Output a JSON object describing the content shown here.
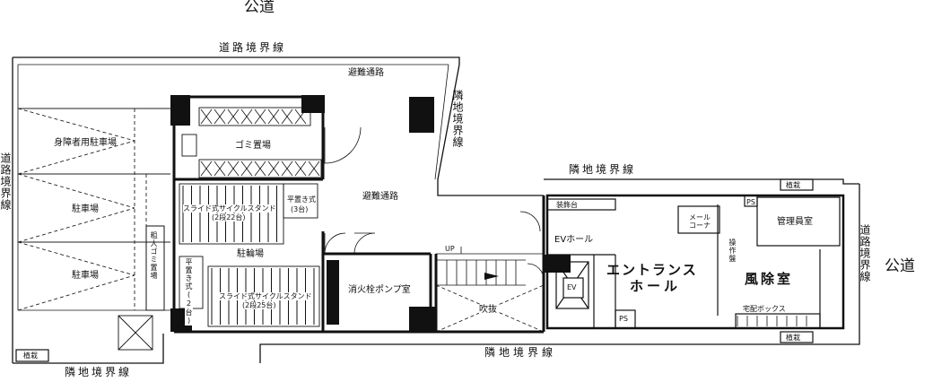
{
  "labels": {
    "public_road_top": "公道",
    "public_road_right": "公道",
    "road_boundary_top": "道路境界線",
    "road_boundary_left": "道路境界線",
    "road_boundary_right": "道路境界線",
    "adj_boundary_bottom_left": "隣地境界線",
    "adj_boundary_bottom": "隣地境界線",
    "adj_boundary_middle": "隣地境界線",
    "adj_boundary_vertical": "隣地境界線",
    "evac_path_top": "避難通路",
    "evac_path_mid": "避難通路",
    "accessible_parking": "身障者用駐車場",
    "parking_1": "駐車場",
    "parking_2": "駐車場",
    "garbage": "ゴミ置場",
    "bike_parking": "駐輪場",
    "slide_rack_upper": "スライド式サイクルスタンド",
    "slide_rack_upper_sub": "(2段22台)",
    "flat_rack_upper": "平置き式",
    "flat_rack_upper_sub": "(3台)",
    "flat_rack_lower": "平置き式(2台)",
    "slide_rack_lower": "スライド式サイクルスタンド",
    "slide_rack_lower_sub": "(2段25台)",
    "bulky_garbage": "粗大ゴミ置場",
    "pump_room": "消火栓ポンプ室",
    "up": "UP",
    "void": "吹抜",
    "decor": "装飾台",
    "ev_hall": "EVホール",
    "ev": "EV",
    "ps1": "PS",
    "ps2": "PS",
    "entrance_hall_1": "エントランス",
    "entrance_hall_2": "ホール",
    "mail_corner": "メールコーナー",
    "control_panel": "操作盤",
    "manager_room": "管理員室",
    "windbreak": "風除室",
    "delivery_box": "宅配ボックス",
    "planting_1": "植栽",
    "planting_2": "植栽",
    "planting_3": "植栽"
  }
}
